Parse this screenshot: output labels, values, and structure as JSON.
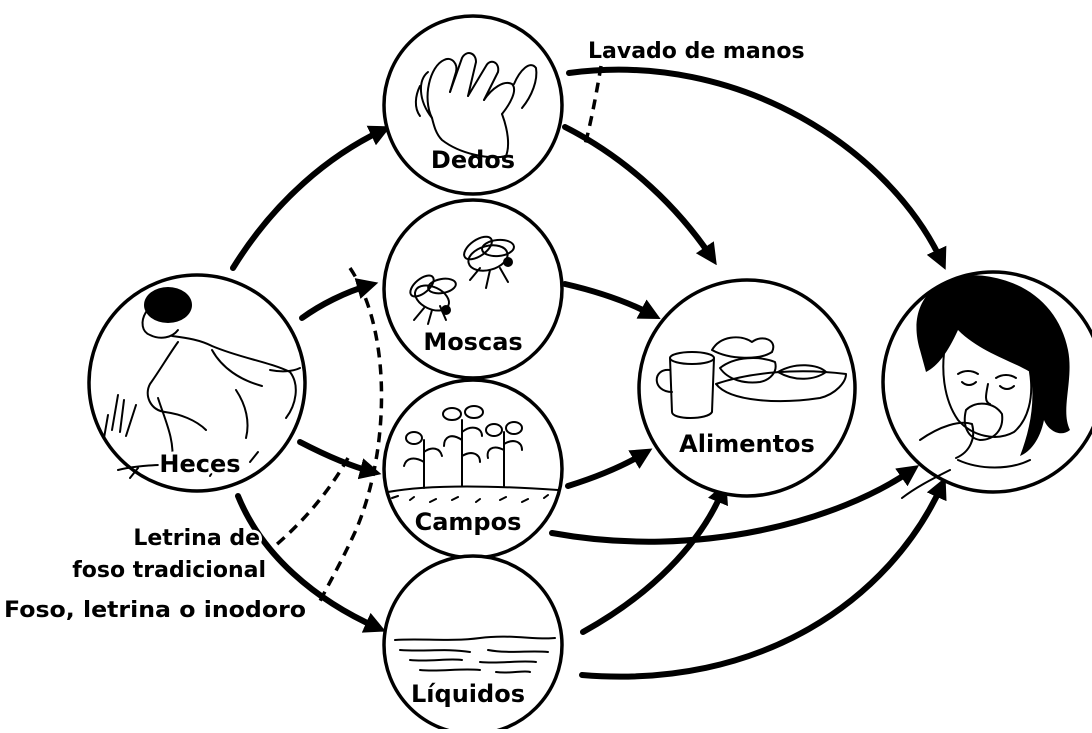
{
  "nodes": {
    "heces": "Heces",
    "dedos": "Dedos",
    "moscas": "Moscas",
    "campos": "Campos",
    "liquidos": "Líquidos",
    "alimentos": "Alimentos",
    "person_icon": "girl-eating-icon"
  },
  "barriers": {
    "handwashing": "Lavado de manos",
    "traditional_pit_line1": "Letrina de",
    "traditional_pit_line2": "foso tradicional",
    "pit_latrine_toilet": "Foso, letrina o inodoro"
  }
}
